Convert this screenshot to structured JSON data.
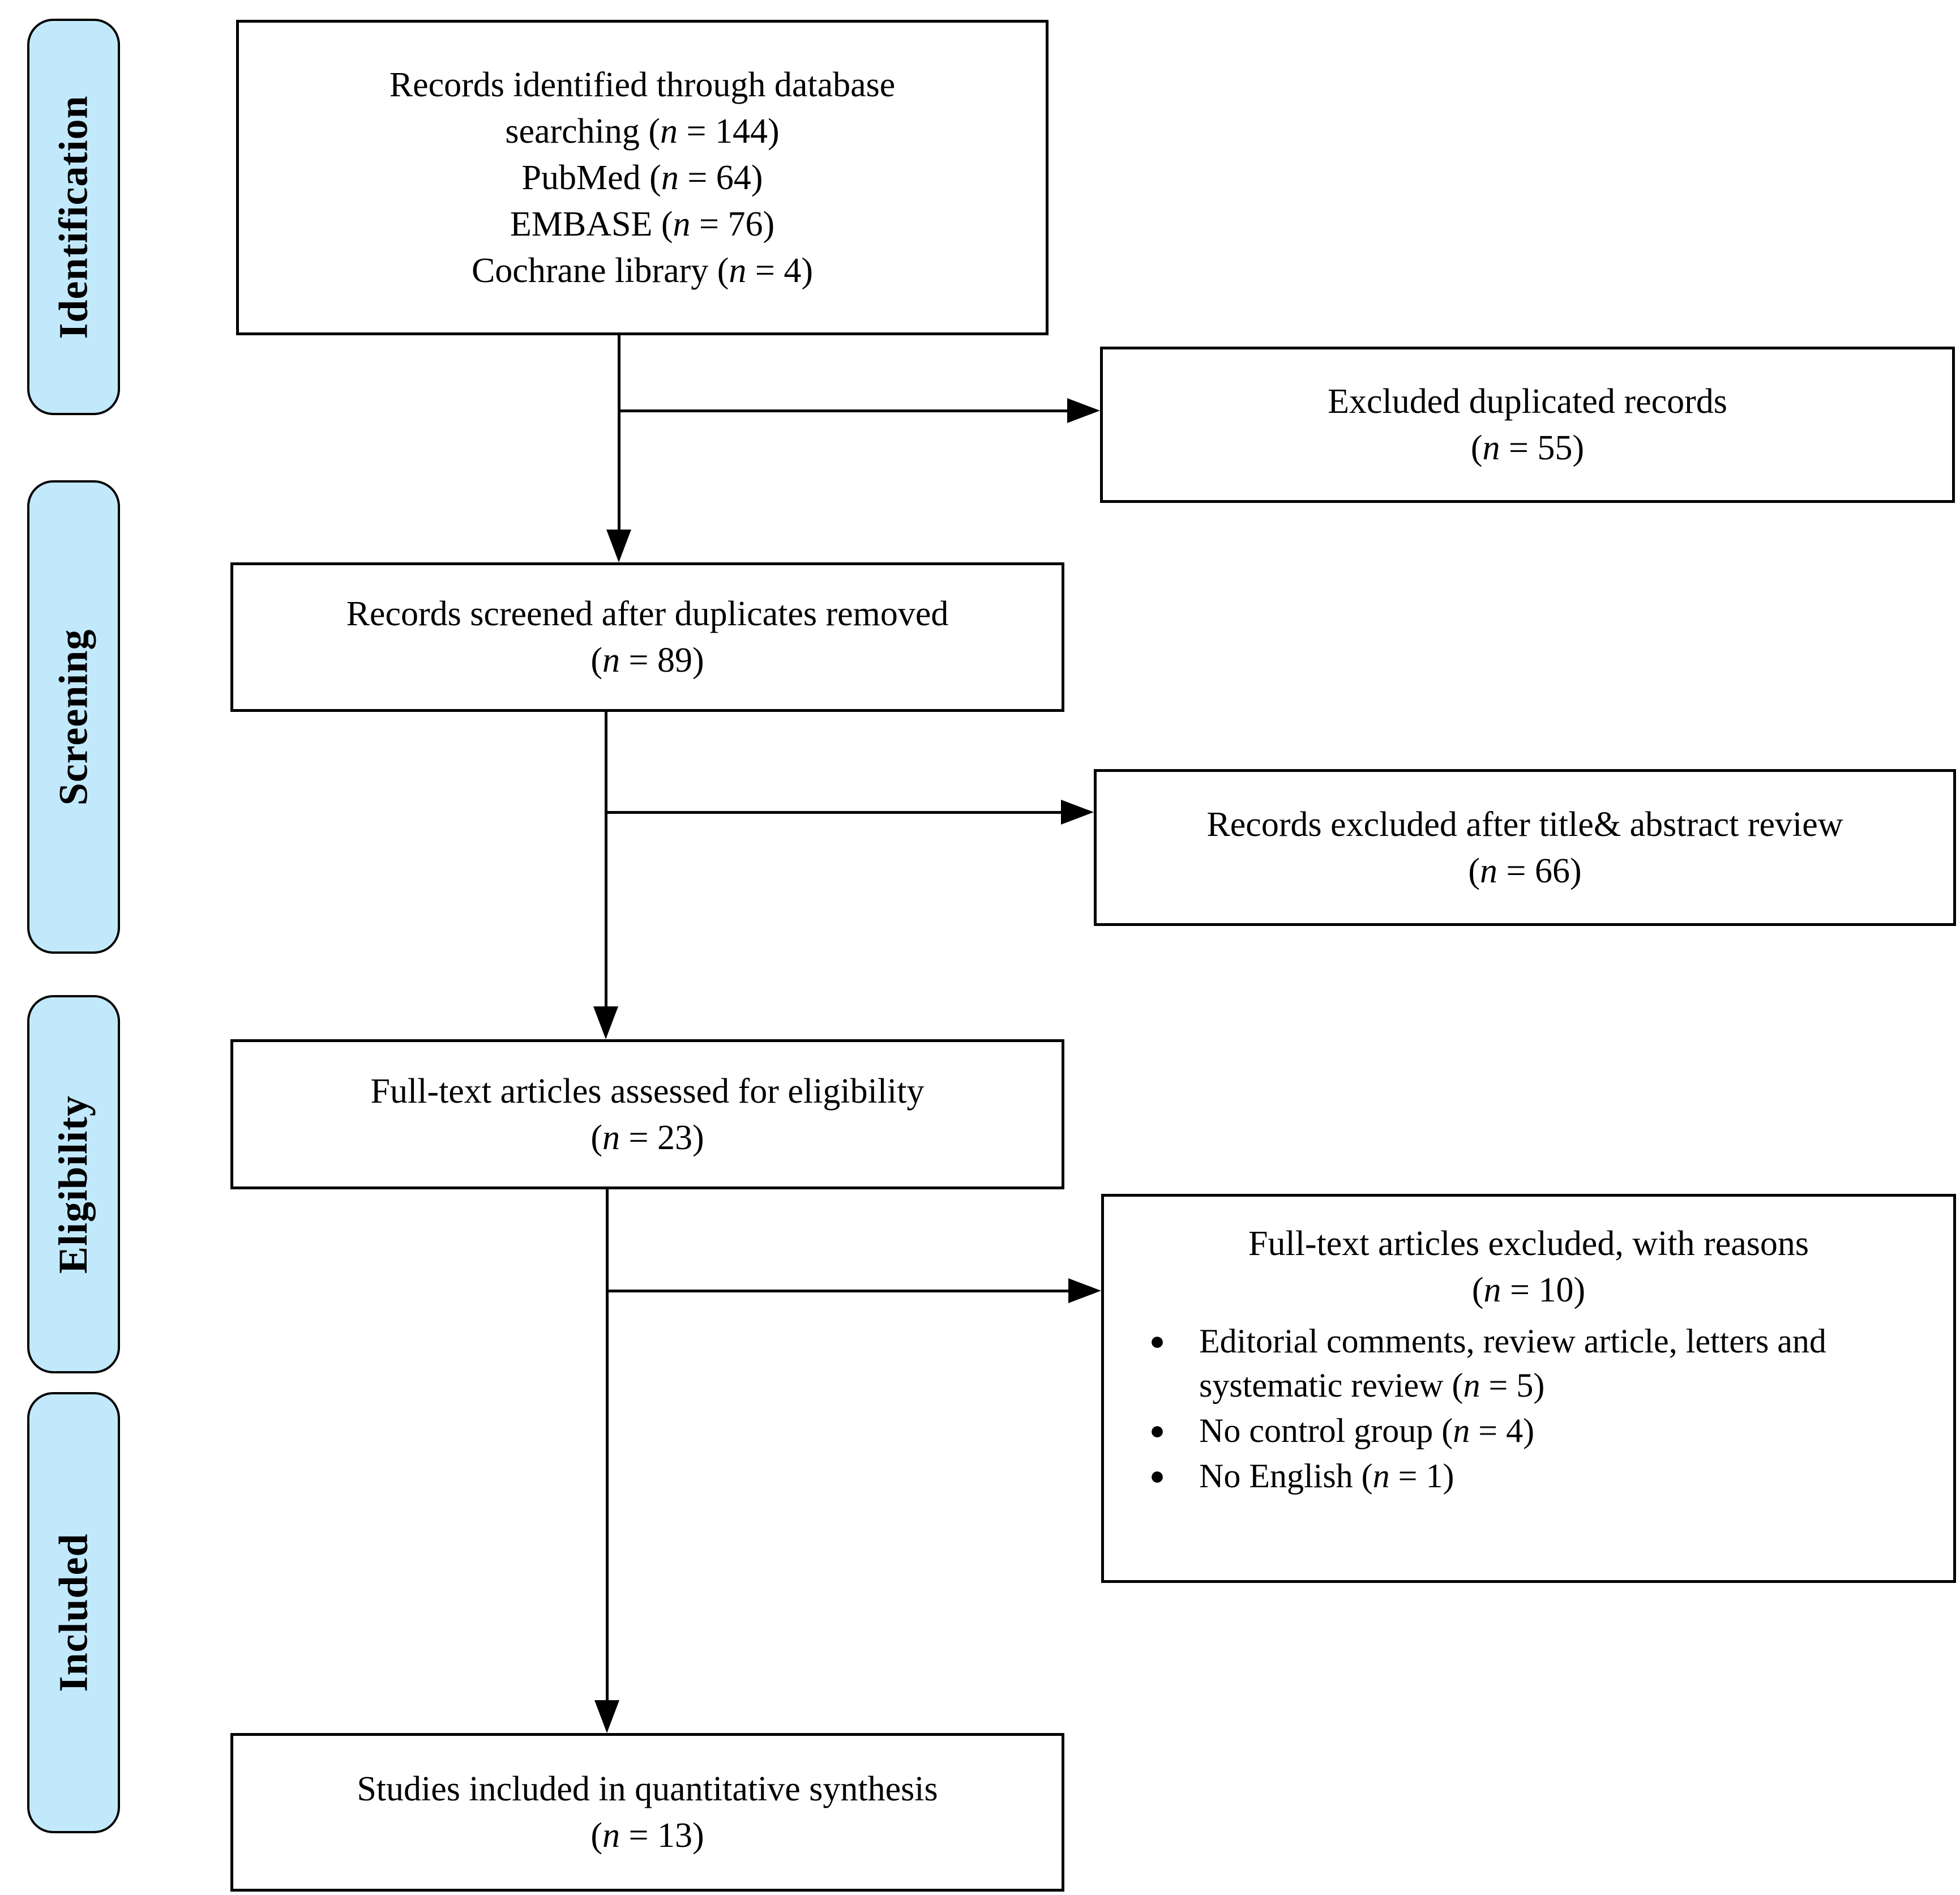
{
  "palette": {
    "stage_fill": "#C2E9FB",
    "stage_border": "#000000",
    "box_border": "#000000",
    "box_fill": "#FFFFFF",
    "arrow_color": "#000000"
  },
  "stages": [
    {
      "label": "Identification"
    },
    {
      "label": "Screening"
    },
    {
      "label": "Eligibility"
    },
    {
      "label": "Included"
    }
  ],
  "flow_boxes": {
    "identified": {
      "lines": [
        "Records identified through database",
        "searching (n = 144)",
        "PubMed (n = 64)",
        "EMBASE (n = 76)",
        "Cochrane library  (n = 4)"
      ]
    },
    "screened": {
      "lines": [
        "Records screened after duplicates removed",
        "(n = 89)"
      ]
    },
    "fulltext_assessed": {
      "lines": [
        "Full-text articles assessed  for eligibility",
        "(n = 23)"
      ]
    },
    "included_synthesis": {
      "lines": [
        "Studies included in quantitative synthesis",
        "(n = 13)"
      ]
    }
  },
  "exclusion_boxes": {
    "duplicates": {
      "lines": [
        "Excluded duplicated records",
        "(n = 55)"
      ]
    },
    "title_abstract": {
      "lines": [
        "Records excluded after title& abstract review",
        "(n = 66)"
      ]
    },
    "fulltext_excluded": {
      "title_lines": [
        "Full-text articles excluded, with reasons",
        "(n = 10)"
      ],
      "bullet_glyph": "●",
      "bullets": [
        "Editorial comments,  review article, letters and systematic review (n = 5)",
        "No control group (n = 4)",
        "No English (n = 1)"
      ]
    }
  }
}
